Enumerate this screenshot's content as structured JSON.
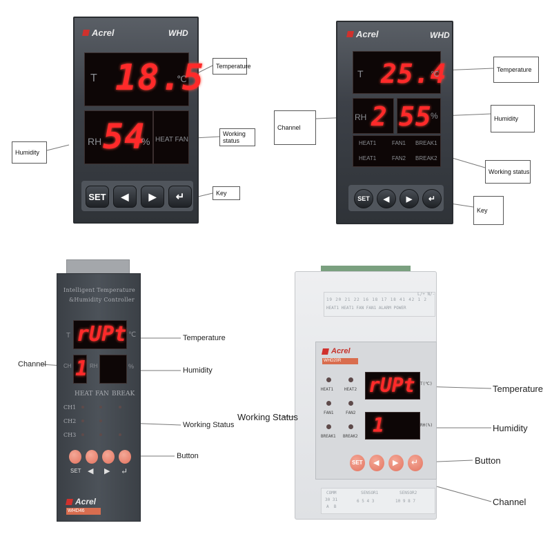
{
  "panel1": {
    "brand": "Acrel",
    "model": "WHD",
    "temp_letter": "T",
    "temp_value": "18.5",
    "temp_unit": "℃",
    "rh_letter": "RH",
    "rh_value": "54",
    "rh_unit": "%",
    "status_text": "HEAT FAN",
    "keys": [
      "SET",
      "◀",
      "▶",
      "↵"
    ],
    "callouts": {
      "temperature": "Temperature",
      "humidity": "Humidity",
      "working_status": "Working status",
      "key": "Key"
    }
  },
  "panel2": {
    "brand": "Acrel",
    "model": "WHD",
    "temp_letter": "T",
    "temp_value": "25.4",
    "temp_unit": "℃",
    "rh_letter": "RH",
    "channel_value": "2",
    "rh_value": "55",
    "rh_unit": "%",
    "status_row1": [
      "HEAT1",
      "FAN1",
      "BREAK1"
    ],
    "status_row2": [
      "HEAT1",
      "FAN2",
      "BREAK2"
    ],
    "keys": [
      "SET",
      "◀",
      "▶",
      "↵"
    ],
    "callouts": {
      "temperature": "Temperature",
      "channel": "Channel",
      "humidity": "Humidity",
      "working_status": "Working status",
      "key": "Key"
    }
  },
  "panel3": {
    "header_line1": "Intelligent Temperature",
    "header_line2": "&Humidity Controller",
    "temp_letter": "T",
    "temp_value": "rUPt",
    "temp_unit": "℃",
    "ch_letter": "CH",
    "channel_value": "1",
    "rh_letter": "RH",
    "rh_unit": "%",
    "status_headers": [
      "HEAT",
      "FAN",
      "BREAK"
    ],
    "rows": [
      "CH1",
      "CH2",
      "CH3"
    ],
    "key_labels": [
      "SET",
      "◀",
      "▶",
      "↵"
    ],
    "brand": "Acrel",
    "model": "WHD46",
    "labels": {
      "temperature": "Temperature",
      "channel": "Channel",
      "humidity": "Humidity",
      "working_status": "Working Status",
      "button": "Button"
    }
  },
  "panel4": {
    "terminal_top_nums": [
      "19",
      "20",
      "21",
      "22",
      "16",
      "18",
      "17",
      "18",
      "41",
      "42",
      "1",
      "2"
    ],
    "terminal_top_labels": "HEAT1 HEAT1 FAN FAN1 ALARM POWER",
    "terminal_top_right": "L/+ N/-",
    "brand": "Acrel",
    "model": "WHD20R",
    "indicators": [
      "HEAT1",
      "HEAT2",
      "FAN1",
      "FAN2",
      "BREAK1",
      "BREAK2"
    ],
    "temp_value": "rUPt",
    "temp_unit": "T(℃)",
    "channel_value": "1",
    "rh_unit": "RH(%)",
    "keys": [
      "SET",
      "◀",
      "▶",
      "↵"
    ],
    "terminal_bottom_left": "COMM",
    "terminal_bottom_nums_left": [
      "30",
      "31",
      "A",
      "B"
    ],
    "terminal_bottom_mid": "SENSOR1",
    "terminal_bottom_right": "SENSOR2",
    "terminal_bottom_nums_mid": [
      "6",
      "5",
      "4",
      "3"
    ],
    "terminal_bottom_nums_right": [
      "10",
      "9",
      "8",
      "7"
    ],
    "labels": {
      "temperature": "Temperature",
      "working_status": "Working Status",
      "humidity": "Humidity",
      "button": "Button",
      "channel": "Channel"
    }
  },
  "colors": {
    "led_red": "#ff2a2a",
    "button_orange": "#e8806c",
    "panel_dark": "#3d4148",
    "panel_light": "#e7e8ea"
  }
}
